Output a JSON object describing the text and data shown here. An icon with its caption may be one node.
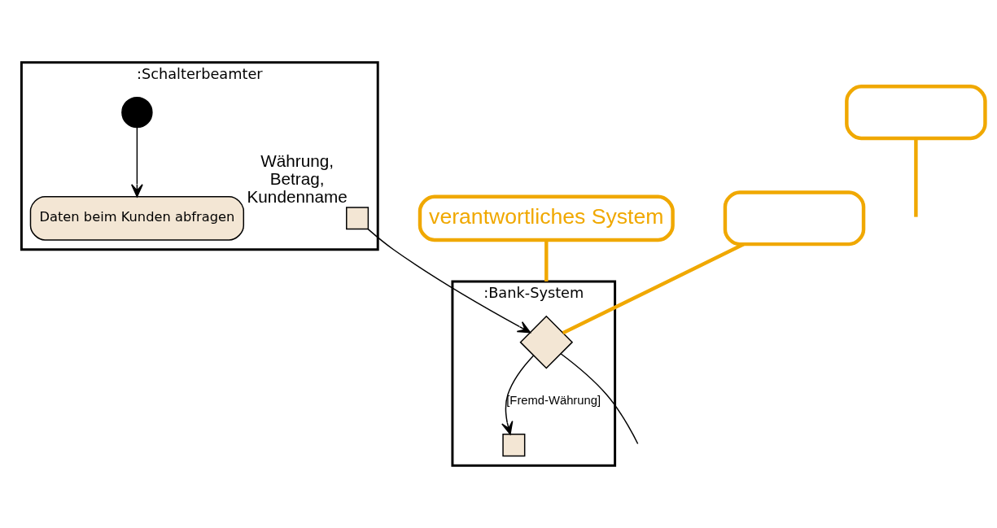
{
  "diagram": {
    "nodes": [
      {
        "text": [
          ":Schalterbeamter"
        ]
      },
      {
        "text": [
          ":Bank-System"
        ]
      },
      {
        "text": [],
        "shape": "circle",
        "in": 0
      },
      {
        "text": [
          "Daten beim Kunden abfragen"
        ],
        "in": 0
      },
      {
        "text": [],
        "shape": "box",
        "in": 0,
        "beside": [
          "Währung, Betrag, Kundenname"
        ]
      },
      {
        "text": [],
        "shape": "diamond",
        "in": 1
      },
      {
        "text": [],
        "shape": "box",
        "in": 1
      },
      {
        "text": [
          "verantwortliches System"
        ]
      },
      {
        "text": [],
        "shape": "box"
      },
      {
        "text": [],
        "shape": "box"
      }
    ],
    "edges": [
      {
        "from": 2,
        "to": 3,
        "arrow": "to"
      },
      {
        "from": 4,
        "to": 5,
        "arrow": "to"
      },
      {
        "from": 5,
        "to": 6,
        "arrow": "to",
        "label": "[Fremd-Währung]"
      },
      {
        "from": 5,
        "to": null,
        "arrow": "none"
      },
      {
        "from": 7,
        "to": 1,
        "arrow": "none",
        "style": "thick",
        "color": "#f0a800"
      },
      {
        "from": 8,
        "to": 5,
        "arrow": "none",
        "style": "thick",
        "color": "#f0a800"
      },
      {
        "from": 9,
        "to": null,
        "arrow": "none",
        "style": "thick",
        "color": "#f0a800"
      }
    ]
  }
}
